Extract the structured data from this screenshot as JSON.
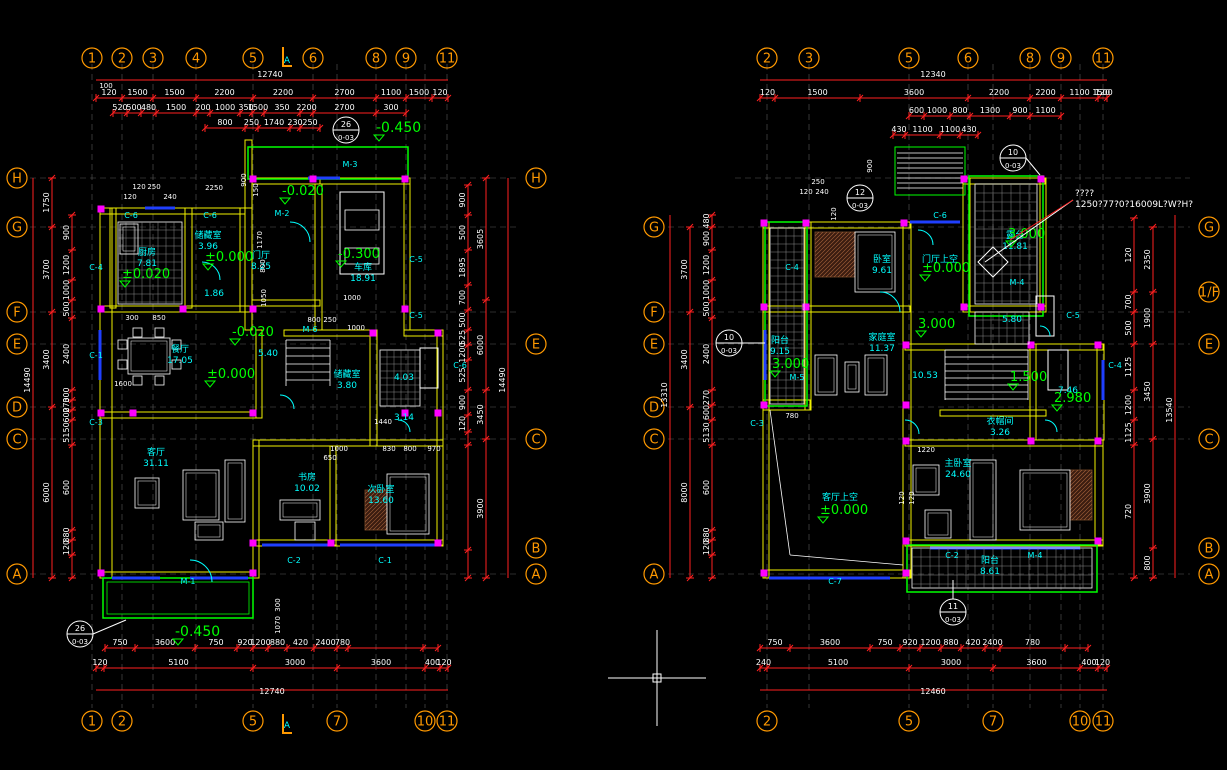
{
  "colors": {
    "background": "#000000",
    "axis": "#ff9900",
    "dim": "#ff2020",
    "wall": "#f0f000",
    "green": "#00ff00",
    "cyan": "#00ffff",
    "blue": "#1f3fff",
    "magenta": "#ff00ff",
    "white": "#ffffff",
    "furniture": "#ffffff"
  },
  "left_plan": {
    "top_axes": [
      "1",
      "2",
      "3",
      "4",
      "5",
      "6",
      "8",
      "9",
      "11"
    ],
    "bottom_axes": [
      "1",
      "2",
      "5",
      "7",
      "10",
      "11"
    ],
    "left_axes": [
      "H",
      "G",
      "F",
      "E",
      "D",
      "C",
      "A"
    ],
    "right_axes": [
      "H",
      "E",
      "C",
      "B",
      "A"
    ],
    "section_marker_top": "A",
    "section_marker_bottom": "A",
    "dim_total_top": "12740",
    "dim_total_bottom": "12740",
    "dims_top_row1": [
      "120",
      "1500",
      "1500",
      "2200",
      "2200",
      "2700",
      "1100",
      "1500",
      "120"
    ],
    "dims_top_row2": [
      "520",
      "500",
      "480",
      "1500",
      "200",
      "1000",
      "350",
      "1500",
      "350",
      "2200",
      "2700",
      "300"
    ],
    "dims_top_row3": [
      "800",
      "250",
      "1740",
      "230",
      "250"
    ],
    "dims_bottom_row1": [
      "750",
      "3600",
      "750",
      "920",
      "1200",
      "880",
      "420",
      "2400",
      "780"
    ],
    "dims_bottom_row2": [
      "120",
      "5100",
      "3000",
      "3600",
      "400",
      "120"
    ],
    "dims_left_outer": "14490",
    "dims_left_mid": [
      "1750",
      "3700",
      "3400",
      "6000"
    ],
    "dims_left_inner": [
      "900",
      "1200",
      "1000",
      "500",
      "2400",
      "300",
      "270",
      "600",
      "5150",
      "600",
      "880",
      "120"
    ],
    "dims_right_mid": [
      "3605",
      "6000",
      "3450",
      "3900"
    ],
    "dims_right_outer": "14490",
    "dims_right_inner": [
      "900",
      "500",
      "1895",
      "700",
      "500",
      "525",
      "1200",
      "525",
      "900",
      "120"
    ],
    "rooms": [
      {
        "name": "厨房",
        "area": "7.81"
      },
      {
        "name": "储藏室",
        "area": "3.96"
      },
      {
        "name": "门厅",
        "area": "8.25"
      },
      {
        "name": "车库",
        "area": "18.91"
      },
      {
        "name": "餐厅",
        "area": "17.05"
      },
      {
        "name": "储藏室",
        "area": "3.80"
      },
      {
        "name": "客厅",
        "area": "31.11"
      },
      {
        "name": "书房",
        "area": "10.02"
      },
      {
        "name": "次卧室",
        "area": "13.60"
      }
    ],
    "small_areas": [
      "1.86",
      "5.40",
      "4.03",
      "3.14"
    ],
    "levels": [
      "-0.450",
      "-0.020",
      "±0.000",
      "-0.300",
      "±0.020",
      "-0.020",
      "±0.000",
      "-0.450"
    ],
    "door_tags": [
      "M-3",
      "M-2",
      "M-6",
      "M-1",
      "C-6",
      "C-6",
      "C-4",
      "C-5",
      "C-5",
      "C-1",
      "C-3",
      "C-2",
      "C-1",
      "C-6"
    ],
    "detail_refs": [
      {
        "num": "26",
        "sheet": "0-03"
      },
      {
        "num": "26",
        "sheet": "0-03"
      }
    ],
    "misc_dims": [
      "100",
      "120",
      "250",
      "120",
      "240",
      "2250",
      "900",
      "150",
      "1170",
      "800",
      "1050",
      "1000",
      "300",
      "850",
      "1600",
      "800",
      "250",
      "1000",
      "1440",
      "830",
      "1000",
      "800",
      "970",
      "300",
      "1070",
      "650"
    ]
  },
  "right_plan": {
    "top_axes": [
      "2",
      "3",
      "5",
      "6",
      "8",
      "9",
      "11"
    ],
    "bottom_axes": [
      "2",
      "5",
      "7",
      "10",
      "11"
    ],
    "left_axes": [
      "G",
      "F",
      "E",
      "D",
      "C",
      "A"
    ],
    "right_axes": [
      "G",
      "1/F",
      "E",
      "C",
      "B",
      "A"
    ],
    "dim_total_top": "12340",
    "dim_total_bottom": "12460",
    "dims_top_row1": [
      "120",
      "1500",
      "3600",
      "2200",
      "2200",
      "1100",
      "1500",
      "120"
    ],
    "dims_top_row2": [
      "600",
      "1000",
      "800",
      "1300",
      "900",
      "1100"
    ],
    "dims_top_row3": [
      "430",
      "1100",
      "1100",
      "430"
    ],
    "dims_bottom_row1": [
      "750",
      "3600",
      "750",
      "920",
      "1200",
      "880",
      "420",
      "2400",
      "780"
    ],
    "dims_bottom_row2": [
      "240",
      "5100",
      "3000",
      "3600",
      "400",
      "120"
    ],
    "dims_left_outer": "13310",
    "dims_left_mid": [
      "3700",
      "3400",
      "8000"
    ],
    "dims_left_inner": [
      "480",
      "900",
      "1200",
      "1000",
      "500",
      "2400",
      "270",
      "600",
      "5130",
      "600",
      "880",
      "120"
    ],
    "dims_right_mid": [
      "2350",
      "1900",
      "3450",
      "3900",
      "800"
    ],
    "dims_right_outer": "13540",
    "dims_right_inner": [
      "120",
      "700",
      "500",
      "1125",
      "1200",
      "1125",
      "720"
    ],
    "rooms": [
      {
        "name": "卧室",
        "area": "9.61"
      },
      {
        "name": "门厅上空",
        "area": ""
      },
      {
        "name": "露台",
        "area": "11.81"
      },
      {
        "name": "阳台",
        "area": "9.15"
      },
      {
        "name": "家庭室",
        "area": "11.37"
      },
      {
        "name": "衣帽间",
        "area": "3.26"
      },
      {
        "name": "客厅上空",
        "area": ""
      },
      {
        "name": "主卧室",
        "area": "24.60"
      },
      {
        "name": "阳台",
        "area": "8.61"
      }
    ],
    "small_areas": [
      "5.80",
      "10.53",
      "7.46"
    ],
    "levels": [
      "3.000",
      "±0.000",
      "3.000",
      "1.500",
      "2.980",
      "3.000",
      "±0.000"
    ],
    "door_tags": [
      "C-4",
      "C-6",
      "M-4",
      "C-5",
      "M-5",
      "C-4",
      "C-3",
      "C-7",
      "C-2",
      "M-4"
    ],
    "detail_refs": [
      {
        "num": "12",
        "sheet": "0-03"
      },
      {
        "num": "10",
        "sheet": "0-03"
      },
      {
        "num": "10",
        "sheet": "0-03"
      },
      {
        "num": "11",
        "sheet": "0-03"
      }
    ],
    "note_text": "????",
    "note_code": "1250?77?0?16009L?W?H?",
    "misc_dims": [
      "250",
      "120",
      "240",
      "120",
      "900",
      "780",
      "1220",
      "120",
      "120"
    ]
  }
}
